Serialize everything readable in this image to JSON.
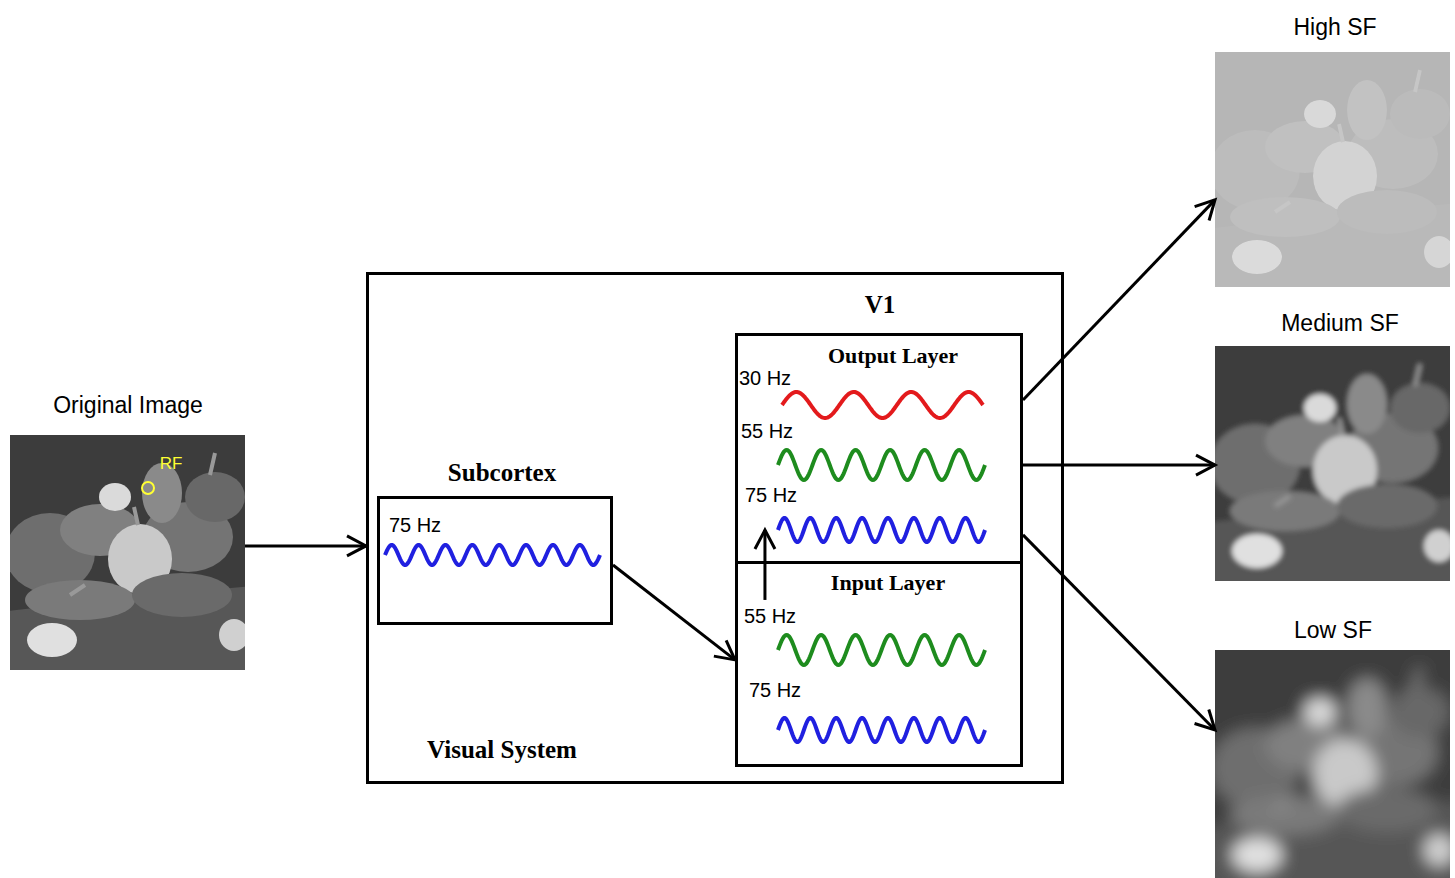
{
  "diagram": {
    "nodes": [
      {
        "text": [
          "Original Image",
          "RF"
        ]
      },
      {
        "text": [
          "Visual System"
        ]
      },
      {
        "text": [
          "Subcortex",
          "75 Hz"
        ],
        "in": 1
      },
      {
        "text": [
          "V1"
        ],
        "in": 1
      },
      {
        "text": [
          "Output Layer",
          "30 Hz",
          "55 Hz",
          "75 Hz"
        ],
        "in": 3
      },
      {
        "text": [
          "Input Layer",
          "55 Hz",
          "75 Hz"
        ],
        "in": 3
      },
      {
        "text": [
          "High SF"
        ]
      },
      {
        "text": [
          "Medium SF"
        ]
      },
      {
        "text": [
          "Low SF"
        ]
      }
    ],
    "edges": [
      {
        "from": 0,
        "to": 1,
        "arrow": "to"
      },
      {
        "from": 2,
        "to": 5,
        "arrow": "to"
      },
      {
        "from": 5,
        "to": 4,
        "arrow": "to"
      },
      {
        "from": 4,
        "to": 6,
        "arrow": "to"
      },
      {
        "from": 4,
        "to": 7,
        "arrow": "to"
      },
      {
        "from": 4,
        "to": 8,
        "arrow": "to"
      }
    ]
  }
}
